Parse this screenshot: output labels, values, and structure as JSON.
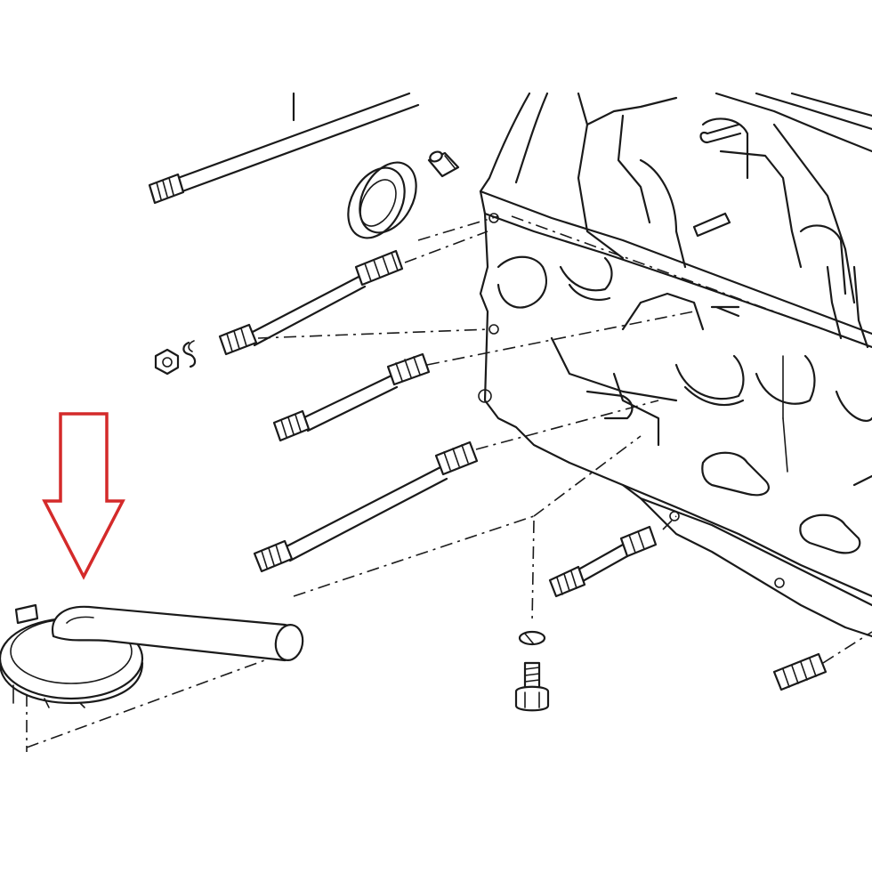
{
  "diagram": {
    "type": "exploded-parts-view",
    "colors": {
      "line": "#1a1a1a",
      "highlight_arrow": "#d42a2a",
      "background": "#ffffff"
    },
    "highlighted_part": "oil-pickup-tube-with-strainer",
    "parts": [
      "engine-block-crankcase",
      "long-stud",
      "stud",
      "seal-ring",
      "dowel-pin",
      "nut",
      "spring-washer",
      "oil-pickup-tube",
      "bolt",
      "lock-washer"
    ]
  }
}
